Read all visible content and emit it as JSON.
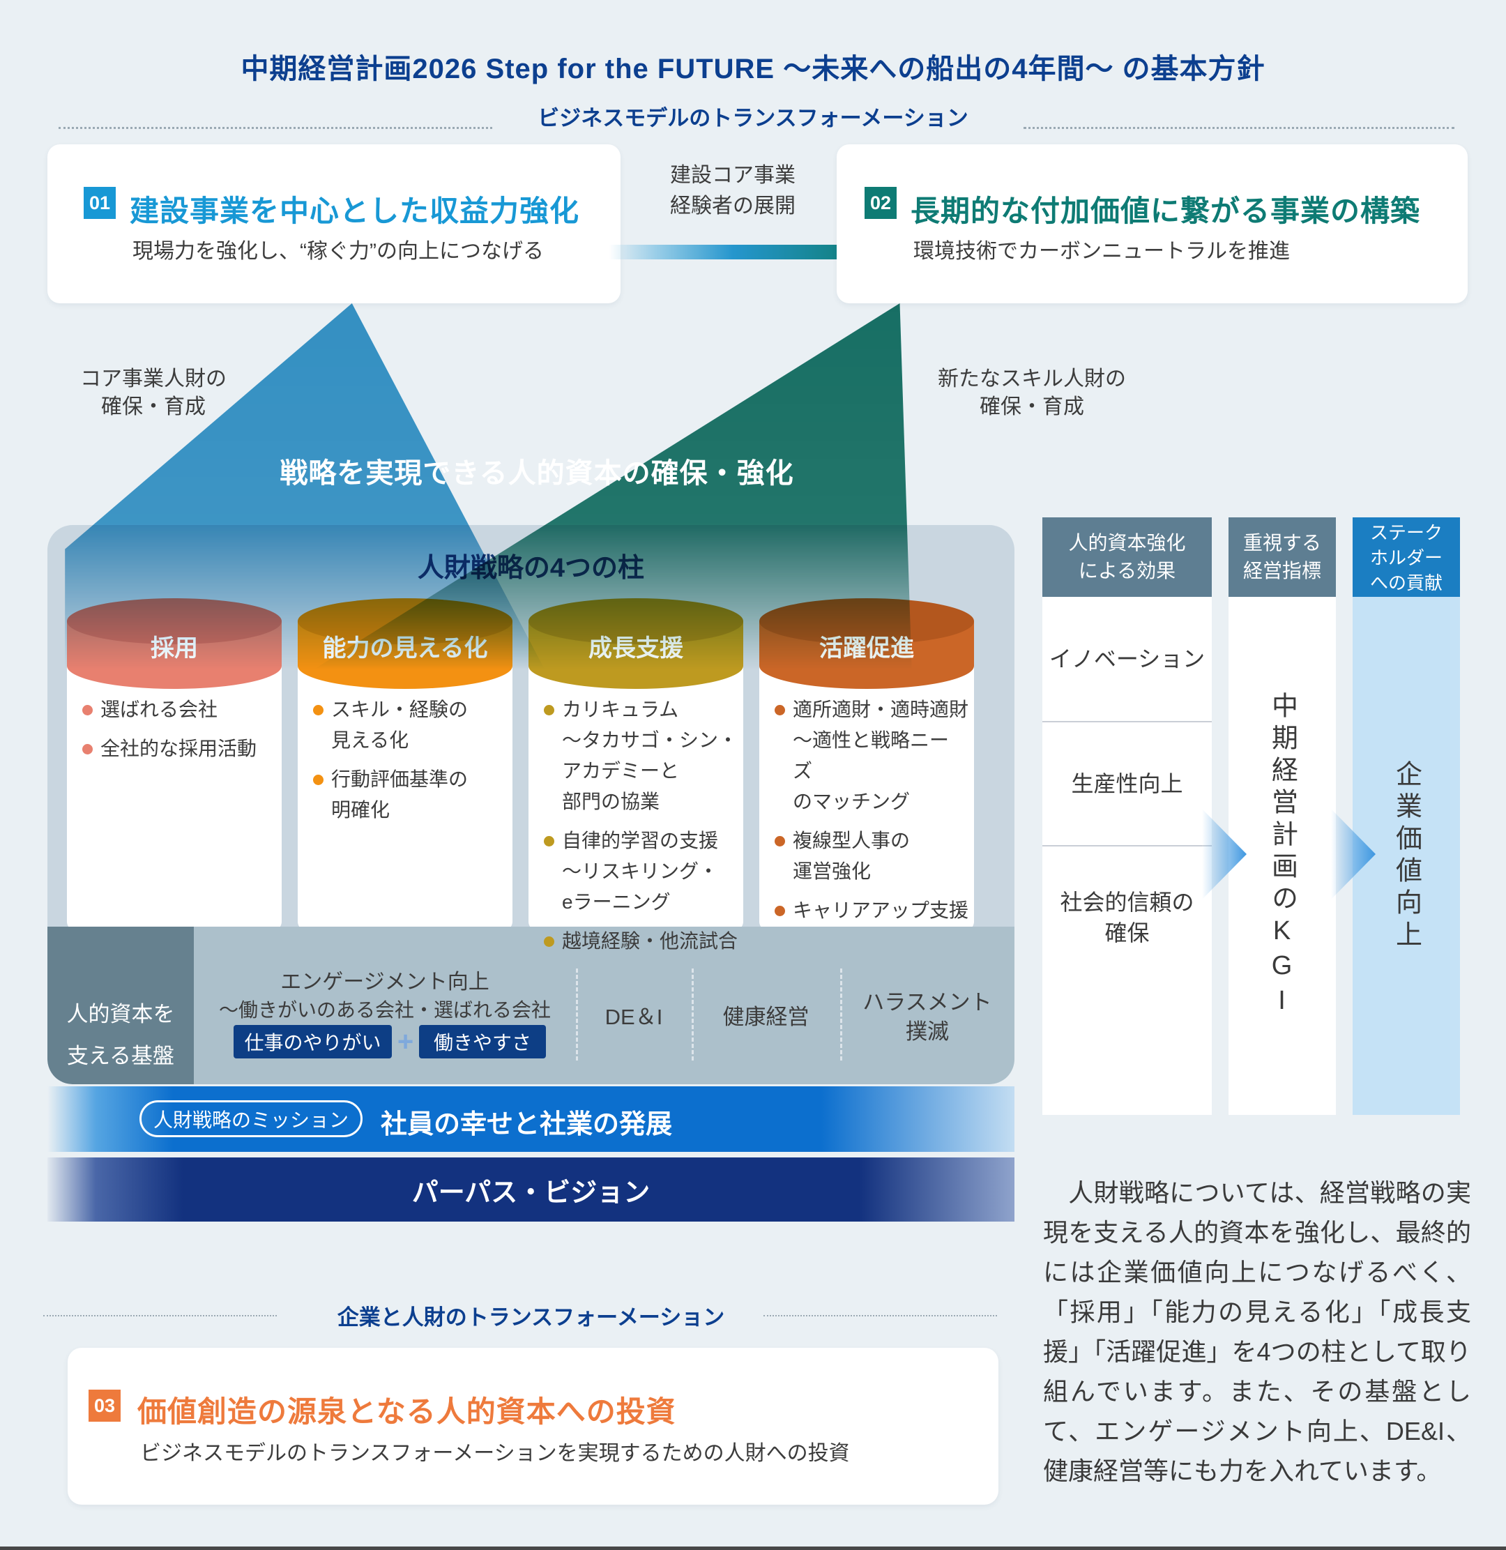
{
  "title": "中期経営計画2026 Step for the FUTURE ～未来への船出の4年間～ の基本方針",
  "sections": {
    "business_transformation": "ビジネスモデルのトランスフォーメーション",
    "hr_transformation": "企業と人財のトランスフォーメーション"
  },
  "strategy01": {
    "num": "01",
    "title": "建設事業を中心とした収益力強化",
    "subtitle": "現場力を強化し、“稼ぐ力”の向上につなげる",
    "accent": "#1898D5"
  },
  "strategy02": {
    "num": "02",
    "title": "長期的な付加価値に繋がる事業の構築",
    "subtitle": "環境技術でカーボンニュートラルを推進",
    "accent": "#0E7B74"
  },
  "strategy03": {
    "num": "03",
    "title": "価値創造の源泉となる人的資本への投資",
    "subtitle": "ビジネスモデルのトランスフォーメーションを実現するための人財への投資",
    "accent": "#EE7A3C"
  },
  "flow_arrow": {
    "line1": "建設コア事業",
    "line2": "経験者の展開"
  },
  "beams": {
    "left_label_line1": "コア事業人財の",
    "left_label_line2": "確保・育成",
    "right_label_line1": "新たなスキル人財の",
    "right_label_line2": "確保・育成",
    "caption": "戦略を実現できる人的資本の確保・強化",
    "blue": "#2E93C8",
    "green": "#0D6E60"
  },
  "pillars_panel": {
    "header": "人財戦略の4つの柱",
    "pillars": [
      {
        "title": "採用",
        "cap_color": "#D26A5E",
        "body_color": "#E8806F",
        "bullets": [
          {
            "lines": [
              "選ばれる会社"
            ]
          },
          {
            "lines": [
              "全社的な採用活動"
            ]
          }
        ]
      },
      {
        "title": "能力の見える化",
        "cap_color": "#DA800C",
        "body_color": "#F39112",
        "bullets": [
          {
            "lines": [
              "スキル・経験の",
              "見える化"
            ]
          },
          {
            "lines": [
              "行動評価基準の",
              "明確化"
            ]
          }
        ]
      },
      {
        "title": "成長支援",
        "cap_color": "#A68519",
        "body_color": "#BE9A20",
        "bullets": [
          {
            "lines": [
              "カリキュラム",
              "～タカサゴ・シン・",
              "アカデミーと",
              "部門の協業"
            ]
          },
          {
            "lines": [
              "自律的学習の支援",
              "～リスキリング・",
              "eラーニング"
            ]
          },
          {
            "lines": [
              "越境経験・他流試合"
            ]
          }
        ]
      },
      {
        "title": "活躍促進",
        "cap_color": "#B3571E",
        "body_color": "#CB6627",
        "bullets": [
          {
            "lines": [
              "適所適財・適時適財",
              "～適性と戦略ニー",
              "ズ",
              "のマッチング"
            ]
          },
          {
            "lines": [
              "複線型人事の",
              "運営強化"
            ]
          },
          {
            "lines": [
              "キャリアアップ支援"
            ]
          }
        ]
      }
    ]
  },
  "foundation": {
    "label_line1": "人的資本を",
    "label_line2": "支える基盤",
    "engagement_line1": "エンゲージメント向上",
    "engagement_line2": "～働きがいのある会社・選ばれる会社",
    "badge1": "仕事のやりがい",
    "plus": "+",
    "badge2": "働きやすさ",
    "badge_color": "#0D3E85",
    "cell_dei": "DE＆I",
    "cell_health": "健康経営",
    "cell_harassment_line1": "ハラスメント",
    "cell_harassment_line2": "撲滅"
  },
  "mission": {
    "pill": "人財戦略のミッション",
    "text": "社員の幸せと社業の発展",
    "bar_color": "#0C6FCE"
  },
  "purpose": {
    "text": "パーパス・ビジョン",
    "bar_color": "#13327F"
  },
  "outcome_columns": {
    "effects": {
      "header_line1": "人的資本強化",
      "header_line2": "による効果",
      "header_color": "#5E7E92",
      "cell1": "イノベーション",
      "cell2": "生産性向上",
      "cell3_line1": "社会的信頼の",
      "cell3_line2": "確保"
    },
    "kgi": {
      "header_line1": "重視する",
      "header_line2": "経営指標",
      "header_color": "#5E7E92",
      "body": "中期経営計画のKGI"
    },
    "stakeholder": {
      "header_line1": "ステーク",
      "header_line2": "ホルダー",
      "header_line3": "への貢献",
      "header_color": "#1B7EC2",
      "body_color": "#C5E2F6",
      "body": "企業価値向上"
    }
  },
  "paragraph": "　人財戦略については、経営戦略の実現を支える人的資本を強化し、最終的には企業価値向上につなげるべく、「採用」「能力の見える化」「成長支援」「活躍促進」を4つの柱として取り組んでいます。また、その基盤として、エンゲージメント向上、DE&I、健康経営等にも力を入れています。",
  "colors": {
    "background": "#EAF0F4",
    "panel": "#C9D6E0",
    "foundation_slate": "#66818F",
    "engagement_row": "#ACC0CB",
    "title_navy": "#0C3F8F",
    "arrow_teal": "#0F7D74",
    "right_arrow_blue": "#3E97E0"
  }
}
